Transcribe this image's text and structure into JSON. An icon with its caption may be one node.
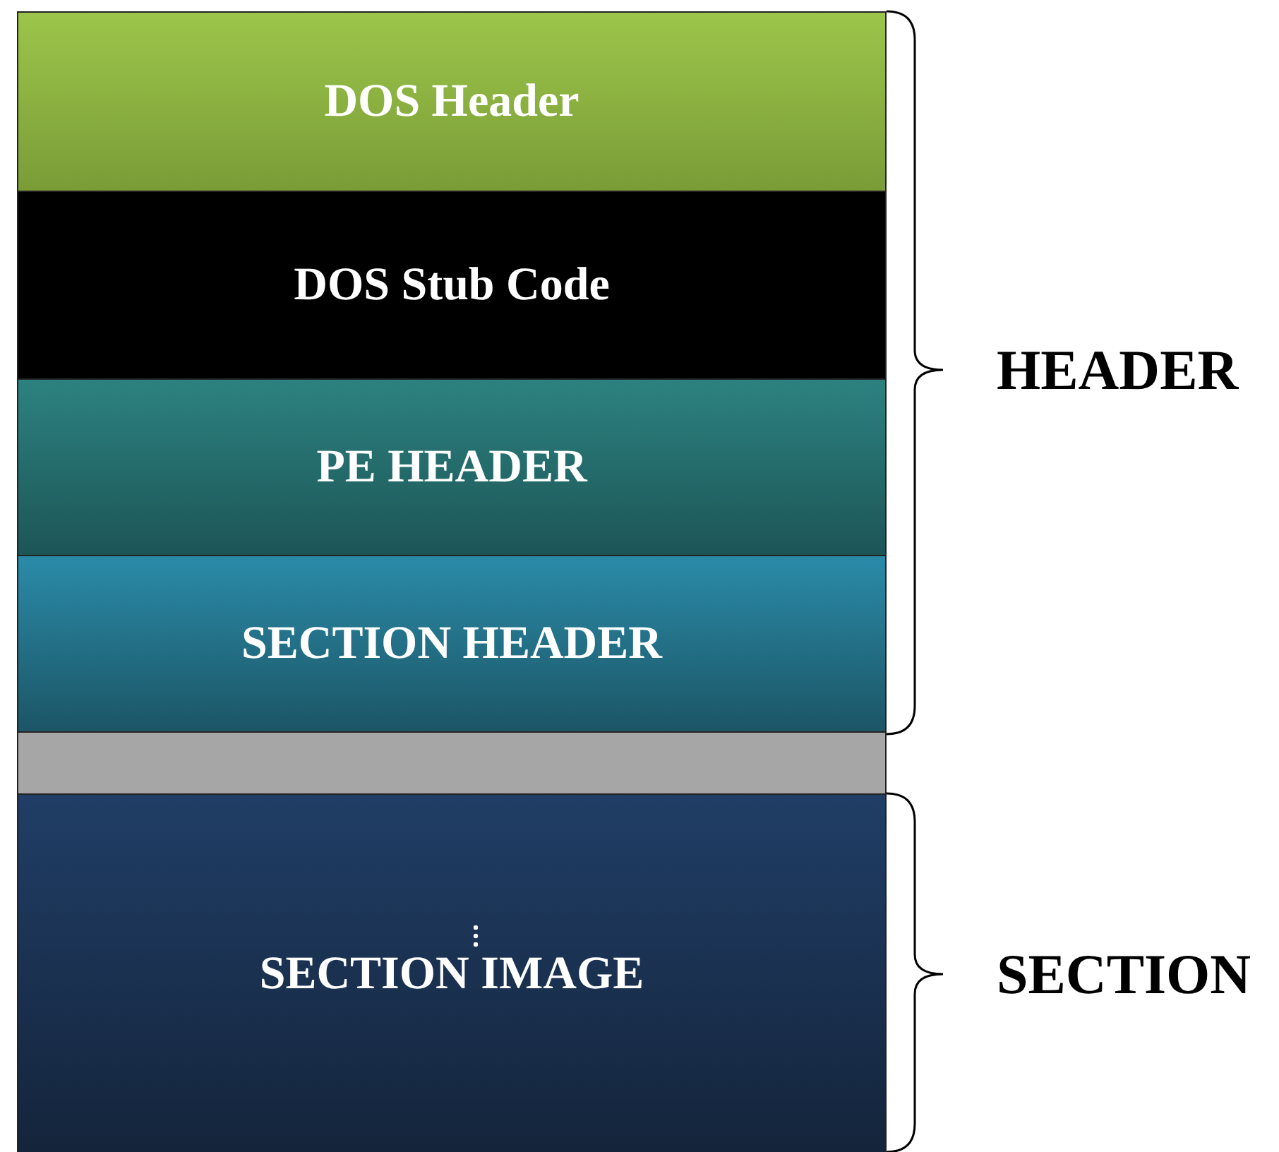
{
  "diagram": {
    "nodes": [
      {
        "text": [
          "DOS Header"
        ]
      },
      {
        "text": [
          "DOS Stub Code"
        ]
      },
      {
        "text": [
          "PE HEADER"
        ]
      },
      {
        "text": [
          "SECTION HEADER"
        ]
      },
      {
        "text": [],
        "shape": "bar"
      },
      {
        "text": [
          "SECTION IMAGE"
        ]
      }
    ],
    "labels": [
      "HEADER",
      "SECTION"
    ]
  }
}
